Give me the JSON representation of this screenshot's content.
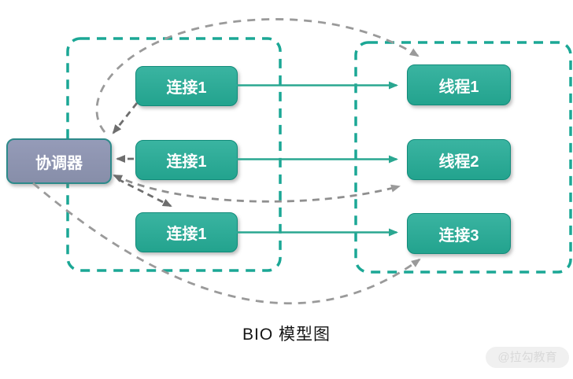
{
  "diagram": {
    "title": "BIO 模型图",
    "watermark": "@拉勾教育",
    "coordinator": {
      "label": "协调器"
    },
    "left_group": {
      "name": "connections-group",
      "nodes": [
        {
          "label": "连接1"
        },
        {
          "label": "连接1"
        },
        {
          "label": "连接1"
        }
      ]
    },
    "right_group": {
      "name": "threads-group",
      "nodes": [
        {
          "label": "线程1"
        },
        {
          "label": "线程2"
        },
        {
          "label": "连接3"
        }
      ]
    },
    "edges": {
      "solid": [
        {
          "from": "连接1 (top)",
          "to": "线程1"
        },
        {
          "from": "连接1 (middle)",
          "to": "线程2"
        },
        {
          "from": "连接1 (bottom)",
          "to": "连接3"
        }
      ],
      "dashed": [
        {
          "from": "协调器",
          "to": "线程1",
          "style": "arc-over-top"
        },
        {
          "from": "连接1 (top)",
          "to": "协调器",
          "style": "short-diagonal"
        },
        {
          "from": "连接1 (middle)",
          "to": "协调器",
          "style": "short-horizontal"
        },
        {
          "from": "协调器",
          "to": "线程2",
          "style": "flat-curve",
          "bidirectional": true
        },
        {
          "from": "协调器",
          "to": "连接1 (bottom)",
          "style": "short-diagonal"
        },
        {
          "from": "协调器",
          "to": "连接3",
          "style": "arc-under-bottom"
        }
      ]
    },
    "colors": {
      "node_fill": "#2aa791",
      "node_border": "#128b7a",
      "coordinator_fill": "#8e94b1",
      "coordinator_border": "#2d8a8a",
      "container_dash": "#1ba795",
      "solid_arrow": "#2aa791",
      "dashed_light": "#9a9a9a",
      "dashed_dark": "#6e6e6e",
      "title_color": "#141414",
      "watermark_color": "#d9d9d9",
      "watermark_bg": "#f0f0f0",
      "text_on_node": "#ffffff"
    }
  }
}
